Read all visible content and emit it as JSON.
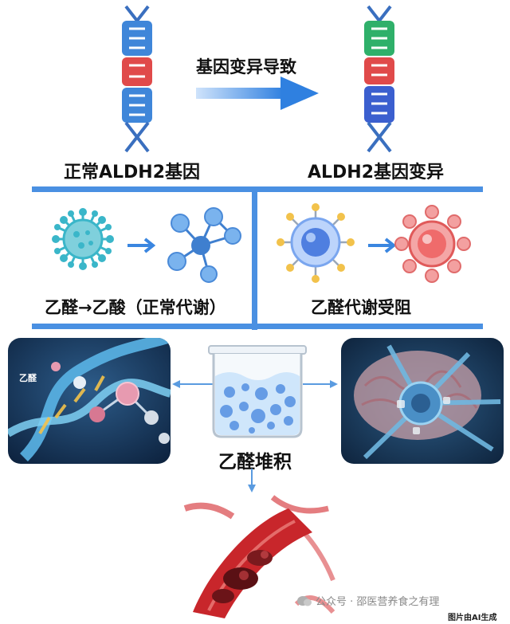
{
  "top": {
    "arrow_label": "基因变异导致",
    "left_label": "正常ALDH2基因",
    "right_label": "ALDH2基因变异"
  },
  "middle": {
    "left_label": "乙醛→乙酸（正常代谢）",
    "right_label": "乙醛代谢受阻"
  },
  "bottom": {
    "dna_tag": "乙醛",
    "center_label": "乙醛堆积"
  },
  "footer": {
    "watermark": "公众号 · 邵医营养食之有理",
    "note": "图片由AI生成"
  },
  "colors": {
    "frame_blue": "#4a90e2",
    "arrow_blue": "#3a86e0",
    "dna_blue": "#3f86d9",
    "dna_red": "#e04a4a",
    "dna_green": "#2fb06a",
    "dna_dark_blue": "#3b5fcf",
    "virus_teal": "#3ab6c9",
    "molecule_blue": "#5aa0e6",
    "cell_blue": "#7aa6ef",
    "cell_red": "#ef6b6b"
  }
}
